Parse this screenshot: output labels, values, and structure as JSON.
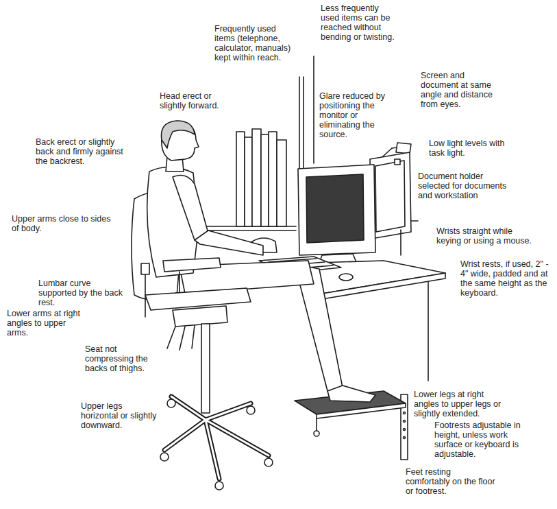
{
  "diagram": {
    "labels": [
      "Less frequently used items can be reached without bending or twisting.",
      "Frequently used items (telephone, calculator, manuals) kept within reach.",
      "Head erect or slightly forward.",
      "Screen and document at same angle and distance from eyes.",
      "Glare reduced by positioning the monitor or eliminating the source.",
      "Low light levels with task light.",
      "Back erect or slightly back and firmly against the backrest.",
      "Document holder selected for documents and workstation",
      "Upper arms close to sides of body.",
      "Wrists straight while keying or using a mouse.",
      "Wrist rests, if used, 2\" - 4\" wide, padded and at the same height as the keyboard.",
      "Lumbar curve supported by the back rest.",
      "Lower arms at right angles to upper arms.",
      "Lower legs at right angles to upper legs or slightly extended.",
      "Seat not compressing the backs of thighs.",
      "Footrests adjustable in height, unless work surface or keyboard is adjustable.",
      "Upper legs horizontal or slightly downward.",
      "Feet resting comfortably on the floor or footrest."
    ]
  }
}
